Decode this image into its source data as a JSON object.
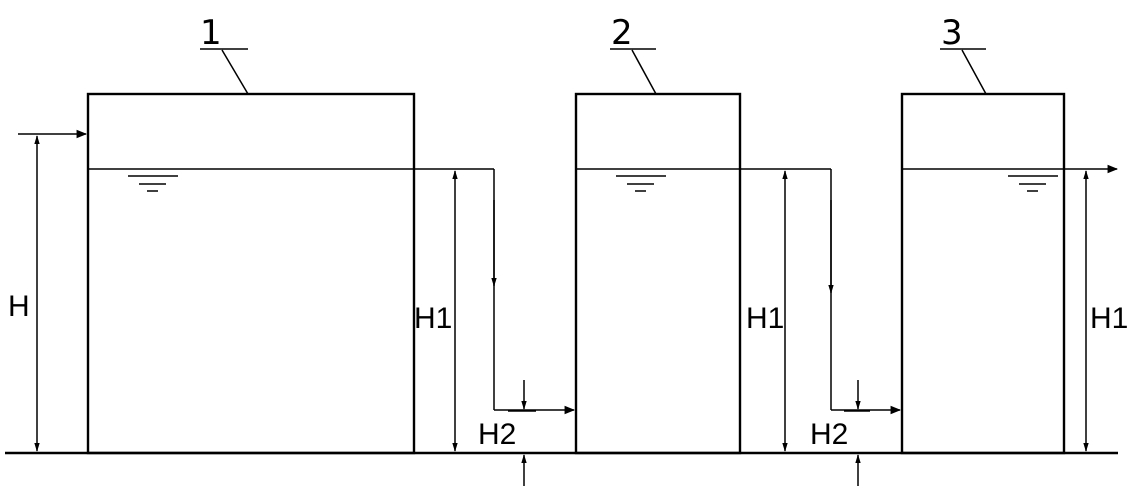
{
  "tanks": [
    {
      "id": "1",
      "level_label": "H1"
    },
    {
      "id": "2",
      "level_label": "H1"
    },
    {
      "id": "3",
      "level_label": "H1"
    }
  ],
  "dims": {
    "inlet_height": "H",
    "drop_label": "H2"
  }
}
